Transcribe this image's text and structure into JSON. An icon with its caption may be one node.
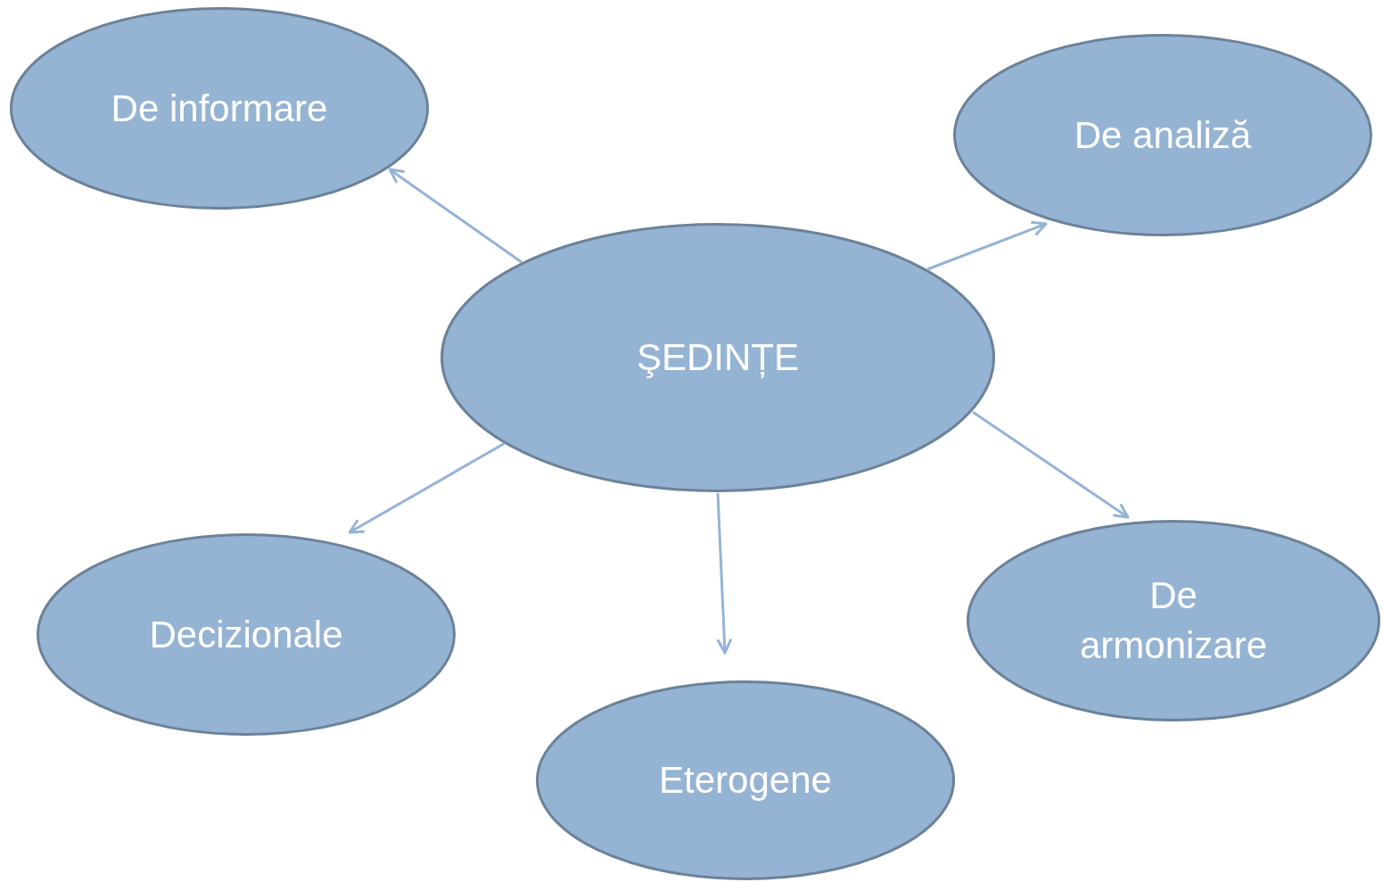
{
  "diagram": {
    "nodes": [
      {
        "text": [
          "De informare"
        ]
      },
      {
        "text": [
          "De analiză"
        ]
      },
      {
        "text": [
          "ŞEDINȚE"
        ]
      },
      {
        "text": [
          "De armonizare"
        ]
      },
      {
        "text": [
          "Decizionale"
        ]
      },
      {
        "text": [
          "Eterogene"
        ]
      }
    ],
    "edges": [
      {
        "from": 2,
        "to": 0,
        "arrow": "to"
      },
      {
        "from": 2,
        "to": 1,
        "arrow": "to"
      },
      {
        "from": 2,
        "to": 4,
        "arrow": "to"
      },
      {
        "from": 2,
        "to": 5,
        "arrow": "to"
      },
      {
        "from": 2,
        "to": 3,
        "arrow": "to"
      }
    ]
  }
}
